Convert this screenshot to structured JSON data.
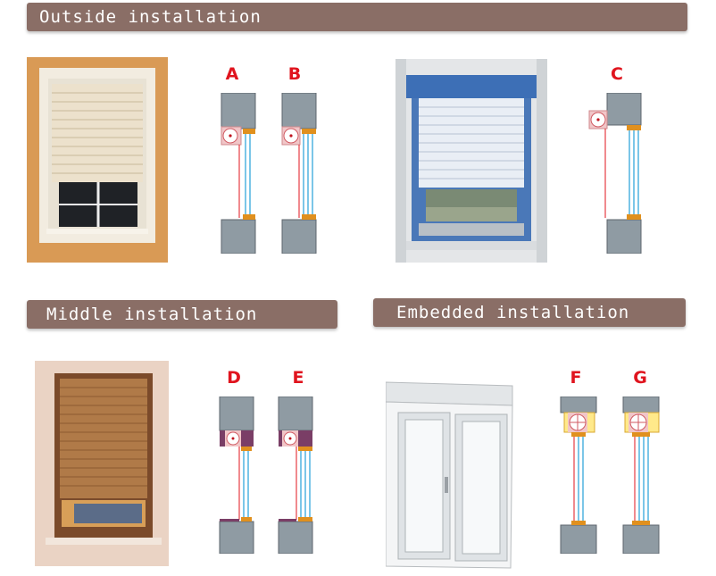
{
  "sections": {
    "outside": {
      "title": "Outside installation",
      "letters": [
        "A",
        "B",
        "C"
      ]
    },
    "middle": {
      "title": "Middle installation",
      "letters": [
        "D",
        "E"
      ]
    },
    "embedded": {
      "title": "Embedded installation",
      "letters": [
        "F",
        "G"
      ]
    }
  },
  "colors": {
    "banner": "#8a6e66",
    "letter": "#e0141e",
    "wall": "#8f9ba3",
    "glass": "#4fb3e0",
    "seal": "#e0901e",
    "box_pink": "#f1c6c8",
    "box_purple": "#7a3e66",
    "box_yellow": "#ffe98a"
  }
}
